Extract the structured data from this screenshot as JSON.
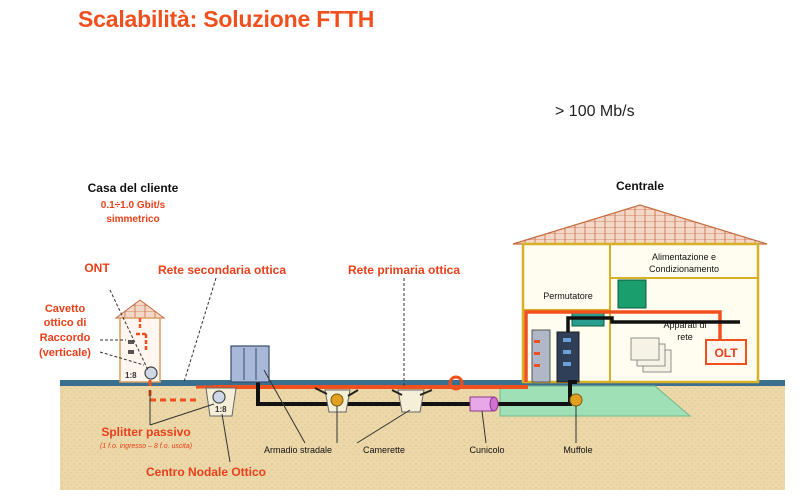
{
  "title": "Scalabilità: Soluzione FTTH",
  "speed": "> 100 Mb/s",
  "labels": {
    "casa": "Casa del cliente",
    "gbit": "0.1÷1.0 Gbit/s",
    "simm": "simmetrico",
    "ont": "ONT",
    "cav1": "Cavetto",
    "cav2": "ottico di",
    "cav3": "Raccordo",
    "cav4": "(verticale)",
    "rete_sec": "Rete secondaria ottica",
    "rete_pri": "Rete primaria ottica",
    "centrale": "Centrale",
    "alim1": "Alimentazione e",
    "alim2": "Condizionamento",
    "perm": "Permutatore",
    "app1": "Apparati di",
    "app2": "rete",
    "olt": "OLT",
    "ratio_house": "1:8",
    "ratio_cno": "1:8",
    "split": "Splitter passivo",
    "split_sub": "(1 f.o. ingresso – 8 f.o. uscita)",
    "cno": "Centro Nodale Ottico",
    "armadio": "Armadio stradale",
    "camerette": "Camerette",
    "cunicolo": "Cunicolo",
    "muffole": "Muffole"
  },
  "colors": {
    "title": "#f0501e",
    "red_label": "#e8401a",
    "fiber": "#f0501e",
    "ground": "#ecd7a8",
    "surface": "#3b6f8f",
    "roof": "#e98f60"
  }
}
